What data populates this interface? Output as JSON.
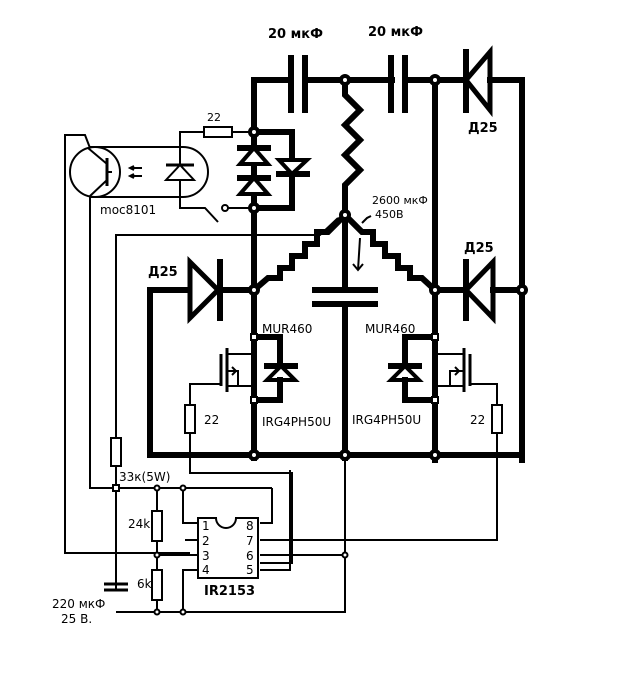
{
  "diagram": {
    "type": "electrical-schematic",
    "labels": {
      "cap_top_left": "20 мкФ",
      "cap_top_right": "20 мкФ",
      "diode_top_right": "Д25",
      "diode_mid_left": "Д25",
      "diode_mid_right": "Д25",
      "resistor_opto": "22",
      "optocoupler": "moc8101",
      "main_cap_value": "2600 мкФ",
      "main_cap_voltage": "450В",
      "diode_left_fast": "MUR460",
      "diode_right_fast": "MUR460",
      "igbt_left": "IRG4PH50U",
      "igbt_right": "IRG4PH50U",
      "gate_res_left": "22",
      "gate_res_right": "22",
      "res_supply": "33к(5W)",
      "res_24k": "24k",
      "res_6k": "6k",
      "cap_supply_value": "220 мкФ",
      "cap_supply_voltage": "25 В.",
      "ic_name": "IR2153",
      "ic_pins_left": [
        "1",
        "2",
        "3",
        "4"
      ],
      "ic_pins_right": [
        "8",
        "7",
        "6",
        "5"
      ]
    }
  }
}
